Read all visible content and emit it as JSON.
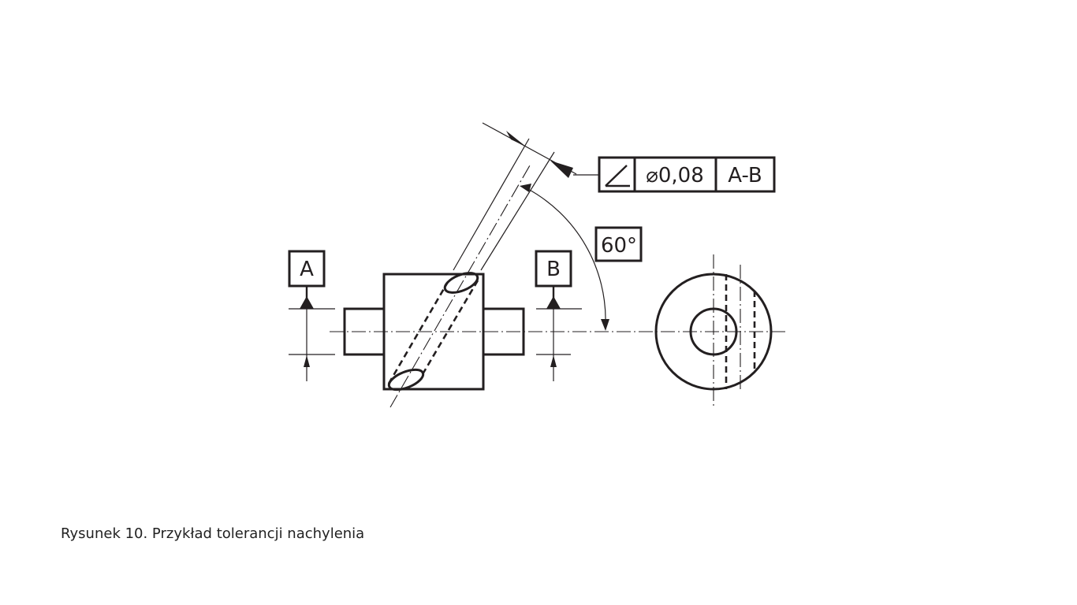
{
  "caption": "Rysunek 10. Przykład tolerancji nachylenia",
  "frame": {
    "symbol_icon": "angularity-icon",
    "tolerance": "⌀0,08",
    "datum_ref": "A-B"
  },
  "angle_label": "60°",
  "datums": {
    "a": "A",
    "b": "B"
  },
  "colors": {
    "line": "#231f20"
  }
}
